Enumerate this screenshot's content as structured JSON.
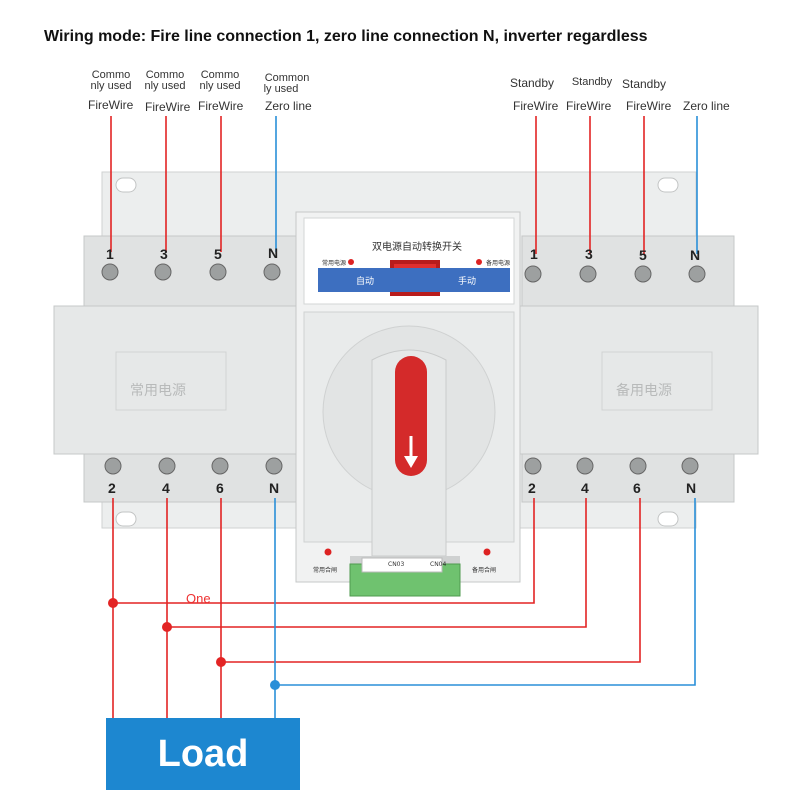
{
  "title": "Wiring mode: Fire line connection 1, zero line connection N, inverter regardless",
  "left_labels": [
    {
      "line1": "Commo",
      "line2": "nly used",
      "kind": "FireWire"
    },
    {
      "line1": "Commo",
      "line2": "nly used",
      "kind": "FireWire"
    },
    {
      "line1": "Commo",
      "line2": "nly used",
      "kind": "FireWire"
    },
    {
      "line1": "Common",
      "line2": "ly used",
      "kind": "Zero line"
    }
  ],
  "right_labels": [
    {
      "line1": "Standby",
      "kind": "FireWire"
    },
    {
      "line1": "Standby",
      "kind": "FireWire"
    },
    {
      "line1": "Standby",
      "kind": "FireWire"
    },
    {
      "line1": "",
      "kind": "Zero line"
    }
  ],
  "top_terminals": [
    "1",
    "3",
    "5",
    "N",
    "1",
    "3",
    "5",
    "N"
  ],
  "bottom_terminals": [
    "2",
    "4",
    "6",
    "N",
    "2",
    "4",
    "6",
    "N"
  ],
  "device_label": "双电源自动转换开关",
  "panel_left_small": "常用电源",
  "panel_right_small": "备用电源",
  "mode_auto": "自动",
  "mode_manual": "手动",
  "bottom_left_small": "常用合闸",
  "bottom_right_small": "备用合闸",
  "left_module_text": "常用电源",
  "right_module_text": "备用电源",
  "connector_labels": [
    "CN03",
    "CN04"
  ],
  "junction_label": "One",
  "load_label": "Load",
  "colors": {
    "fire_wire": "#e32424",
    "zero_line": "#2a8fd8",
    "load_box": "#1d87d0",
    "switch_red": "#d42a2a",
    "panel_blue": "#3d6fc0",
    "connector_green": "#6fc26f"
  },
  "icons": [
    "switch-handle-arrow-icon",
    "rocker-switch-icon",
    "screw-terminal-icon"
  ]
}
